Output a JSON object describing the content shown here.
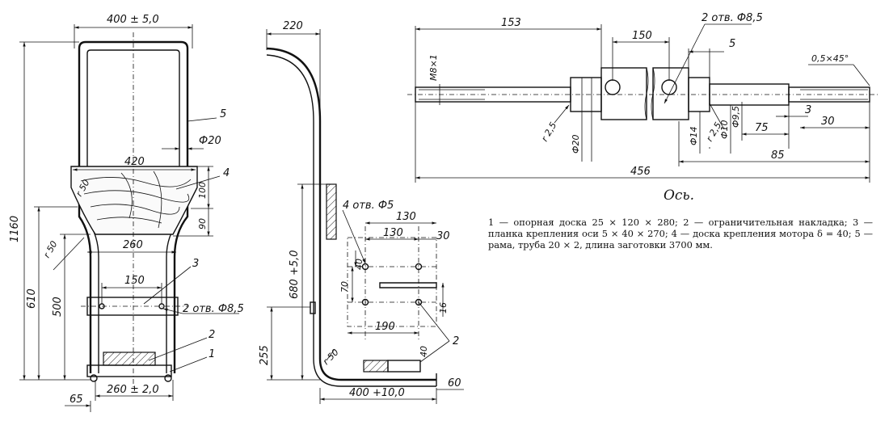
{
  "axis_caption": "Ось.",
  "legend_text": "1 — опорная доска 25 × 120 × 280; 2 — ограничительная накладка; 3 — планка крепления оси 5 × 40 × 270; 4 — доска крепления мотора δ = 40; 5 — рама, труба 20 × 2, длина заготовки 3700 мм.",
  "front_view": {
    "width_top": "400 ± 5,0",
    "height_total": "1160",
    "height_610": "610",
    "height_500": "500",
    "board_width": "420",
    "board_h_100": "100",
    "board_h_90": "90",
    "radius_upper": "r 50",
    "radius_lower": "r 50",
    "width_260": "260",
    "hole_spacing": "150",
    "holes_note": "2 отв. Ф8,5",
    "bottom_width": "260 ± 2,0",
    "offset_65": "65",
    "tube_dia": "Ф20",
    "callouts": [
      "1",
      "2",
      "3",
      "4",
      "5"
    ]
  },
  "side_view": {
    "top_offset": "220",
    "height_680": "680 +5,0",
    "height_255": "255",
    "radius": "r 50",
    "base_length": "400 +10,0",
    "end_60": "60",
    "holes_note": "4 отв. Ф5",
    "dim_130_a": "130",
    "dim_130_b": "130",
    "dim_30": "30",
    "dim_40": "40",
    "dim_70": "70",
    "dim_16": "16",
    "dim_190": "190",
    "dim_40_b": "40",
    "callout_2": "2"
  },
  "axle_view": {
    "len_153": "153",
    "len_150": "150",
    "holes_note": "2 отв. Ф8,5",
    "dim_5": "5",
    "chamfer": "0,5×45°",
    "thread": "М8×1",
    "radius_left": "r 2,5",
    "dia_20": "Ф20",
    "dia_14": "Ф14",
    "dia_10": "Ф10",
    "dia_9_5": "Ф9,5",
    "radius_right": "r 2,5",
    "dim_3": "3",
    "dim_75": "75",
    "dim_30": "30",
    "dim_85": "85",
    "total_456": "456"
  }
}
